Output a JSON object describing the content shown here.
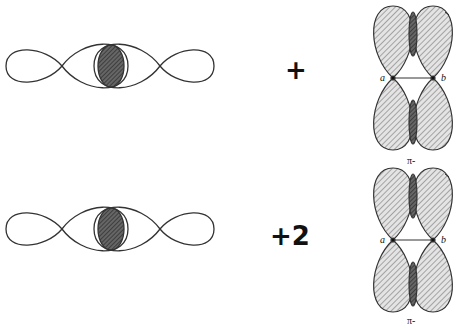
{
  "diagram": {
    "labels": [
      "+",
      "a",
      "b",
      "π-",
      "+2",
      "a",
      "b",
      "π-"
    ]
  }
}
